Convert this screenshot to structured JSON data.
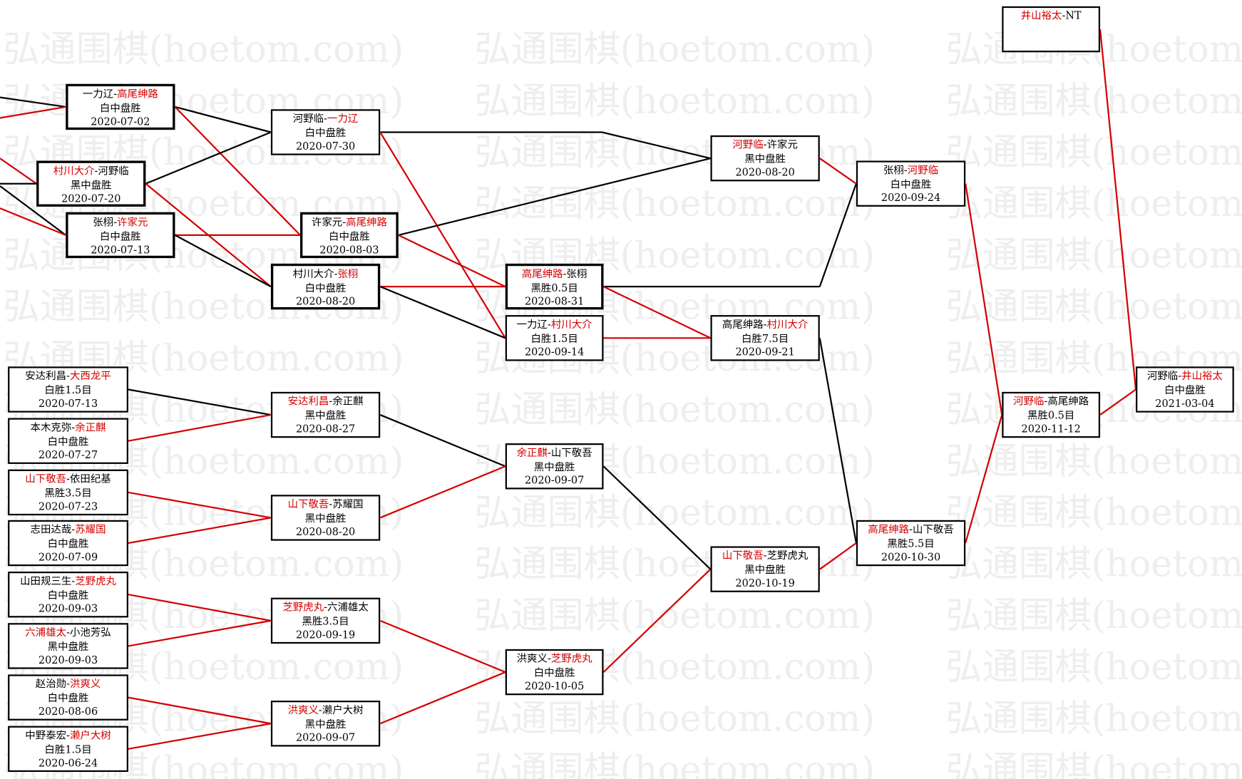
{
  "watermark": "弘通围棋(hoetom.com)",
  "colors": {
    "winner": "#d40000",
    "text": "#000000",
    "red_line": "#d40000",
    "black_line": "#000000"
  },
  "matches": [
    {
      "id": "m1",
      "p1": "一力辽",
      "p2": "高尾绅路",
      "winner": 2,
      "result": "白中盘胜",
      "date": "2020-07-02"
    },
    {
      "id": "m2",
      "p1": "村川大介",
      "p2": "河野临",
      "winner": 1,
      "result": "黑中盘胜",
      "date": "2020-07-20"
    },
    {
      "id": "m3",
      "p1": "张栩",
      "p2": "许家元",
      "winner": 2,
      "result": "白中盘胜",
      "date": "2020-07-13"
    },
    {
      "id": "m4",
      "p1": "河野临",
      "p2": "一力辽",
      "winner": 2,
      "result": "白中盘胜",
      "date": "2020-07-30"
    },
    {
      "id": "m5",
      "p1": "许家元",
      "p2": "高尾绅路",
      "winner": 2,
      "result": "白中盘胜",
      "date": "2020-08-03"
    },
    {
      "id": "m6",
      "p1": "村川大介",
      "p2": "张栩",
      "winner": 2,
      "result": "白中盘胜",
      "date": "2020-08-20"
    },
    {
      "id": "m7",
      "p1": "河野临",
      "p2": "许家元",
      "winner": 1,
      "result": "黑中盘胜",
      "date": "2020-08-20"
    },
    {
      "id": "m8",
      "p1": "高尾绅路",
      "p2": "张栩",
      "winner": 1,
      "result": "黑胜0.5目",
      "date": "2020-08-31"
    },
    {
      "id": "m9",
      "p1": "一力辽",
      "p2": "村川大介",
      "winner": 2,
      "result": "白胜1.5目",
      "date": "2020-09-14"
    },
    {
      "id": "m10",
      "p1": "张栩",
      "p2": "河野临",
      "winner": 2,
      "result": "白中盘胜",
      "date": "2020-09-24"
    },
    {
      "id": "m11",
      "p1": "高尾绅路",
      "p2": "村川大介",
      "winner": 2,
      "result": "白胜7.5目",
      "date": "2020-09-21"
    },
    {
      "id": "m12",
      "p1": "井山裕太",
      "p2": "NT",
      "winner": 1,
      "result": "",
      "date": ""
    },
    {
      "id": "m13",
      "p1": "安达利昌",
      "p2": "大西龙平",
      "winner": 2,
      "result": "白胜1.5目",
      "date": "2020-07-13"
    },
    {
      "id": "m14",
      "p1": "本木克弥",
      "p2": "余正麒",
      "winner": 2,
      "result": "白中盘胜",
      "date": "2020-07-27"
    },
    {
      "id": "m15",
      "p1": "山下敬吾",
      "p2": "依田纪基",
      "winner": 1,
      "result": "黑胜3.5目",
      "date": "2020-07-23"
    },
    {
      "id": "m16",
      "p1": "志田达哉",
      "p2": "苏耀国",
      "winner": 2,
      "result": "白中盘胜",
      "date": "2020-07-09"
    },
    {
      "id": "m17",
      "p1": "山田规三生",
      "p2": "芝野虎丸",
      "winner": 2,
      "result": "白中盘胜",
      "date": "2020-09-03"
    },
    {
      "id": "m18",
      "p1": "六浦雄太",
      "p2": "小池芳弘",
      "winner": 1,
      "result": "黑中盘胜",
      "date": "2020-09-03"
    },
    {
      "id": "m19",
      "p1": "赵治勋",
      "p2": "洪爽义",
      "winner": 2,
      "result": "白中盘胜",
      "date": "2020-08-06"
    },
    {
      "id": "m20",
      "p1": "中野泰宏",
      "p2": "濑户大树",
      "winner": 2,
      "result": "白胜1.5目",
      "date": "2020-06-24"
    },
    {
      "id": "m21",
      "p1": "安达利昌",
      "p2": "余正麒",
      "winner": 1,
      "result": "黑中盘胜",
      "date": "2020-08-27"
    },
    {
      "id": "m22",
      "p1": "山下敬吾",
      "p2": "苏耀国",
      "winner": 1,
      "result": "黑中盘胜",
      "date": "2020-08-20"
    },
    {
      "id": "m23",
      "p1": "芝野虎丸",
      "p2": "六浦雄太",
      "winner": 1,
      "result": "黑胜3.5目",
      "date": "2020-09-19"
    },
    {
      "id": "m24",
      "p1": "洪爽义",
      "p2": "濑户大树",
      "winner": 1,
      "result": "黑中盘胜",
      "date": "2020-09-07"
    },
    {
      "id": "m25",
      "p1": "余正麒",
      "p2": "山下敬吾",
      "winner": 1,
      "result": "黑中盘胜",
      "date": "2020-09-07"
    },
    {
      "id": "m26",
      "p1": "洪爽义",
      "p2": "芝野虎丸",
      "winner": 2,
      "result": "白中盘胜",
      "date": "2020-10-05"
    },
    {
      "id": "m27",
      "p1": "山下敬吾",
      "p2": "芝野虎丸",
      "winner": 1,
      "result": "黑中盘胜",
      "date": "2020-10-19"
    },
    {
      "id": "m28",
      "p1": "高尾绅路",
      "p2": "山下敬吾",
      "winner": 1,
      "result": "黑胜5.5目",
      "date": "2020-10-30"
    },
    {
      "id": "m29",
      "p1": "河野临",
      "p2": "高尾绅路",
      "winner": 1,
      "result": "黑胜0.5目",
      "date": "2020-11-12"
    },
    {
      "id": "m30",
      "p1": "河野临",
      "p2": "井山裕太",
      "winner": 2,
      "result": "白中盘胜",
      "date": "2021-03-04"
    }
  ]
}
